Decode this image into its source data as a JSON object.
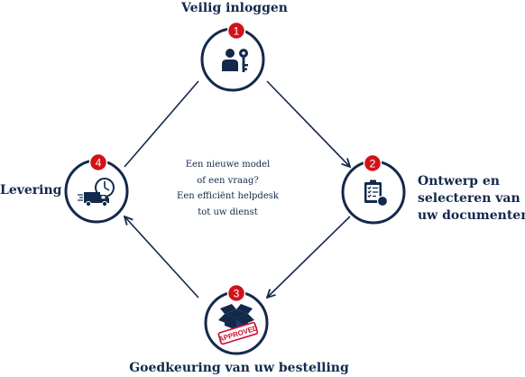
{
  "colors": {
    "navy": "#13294b",
    "badge_red": "#d0131b",
    "stamp_red": "#c8102e",
    "background": "#ffffff"
  },
  "steps": [
    {
      "number": "1",
      "label": "Veilig inloggen",
      "icon": "user-key-icon"
    },
    {
      "number": "2",
      "label_lines": [
        "Ontwerp en",
        "selecteren van",
        "uw documenten"
      ],
      "icon": "document-checklist-icon"
    },
    {
      "number": "3",
      "label": "Goedkeuring van uw bestelling",
      "icon": "approved-box-icon",
      "stamp_text": "APPROVED"
    },
    {
      "number": "4",
      "label": "Levering",
      "icon": "delivery-truck-clock-icon"
    }
  ],
  "center_text": [
    "Een nieuwe model",
    "of een vraag?",
    "Een efficiënt helpdesk",
    "tot uw dienst"
  ]
}
